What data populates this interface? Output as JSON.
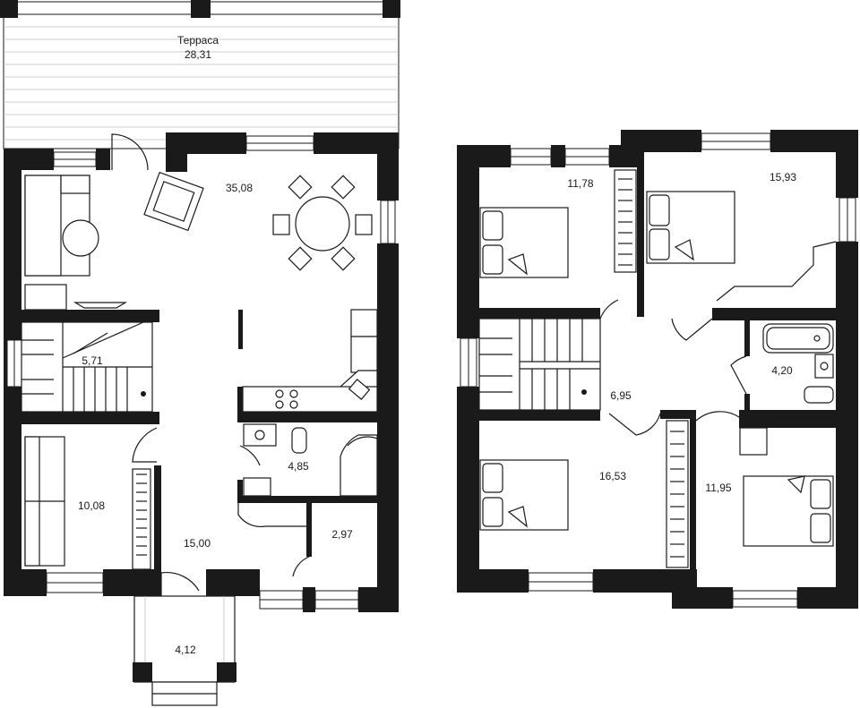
{
  "ground_floor": {
    "terrace": {
      "name": "Терраса",
      "area": "28,31"
    },
    "living": {
      "area": "35,08"
    },
    "stairs": {
      "area": "5,71"
    },
    "bedroom": {
      "area": "10,08"
    },
    "hall": {
      "area": "15,00"
    },
    "bathroom": {
      "area": "4,85"
    },
    "storage": {
      "area": "2,97"
    },
    "porch": {
      "area": "4,12"
    }
  },
  "upper_floor": {
    "bedroom_nw": {
      "area": "11,78"
    },
    "bedroom_ne": {
      "area": "15,93"
    },
    "bathroom": {
      "area": "4,20"
    },
    "hall": {
      "area": "6,95"
    },
    "bedroom_sw": {
      "area": "16,53"
    },
    "bedroom_se": {
      "area": "11,95"
    }
  }
}
